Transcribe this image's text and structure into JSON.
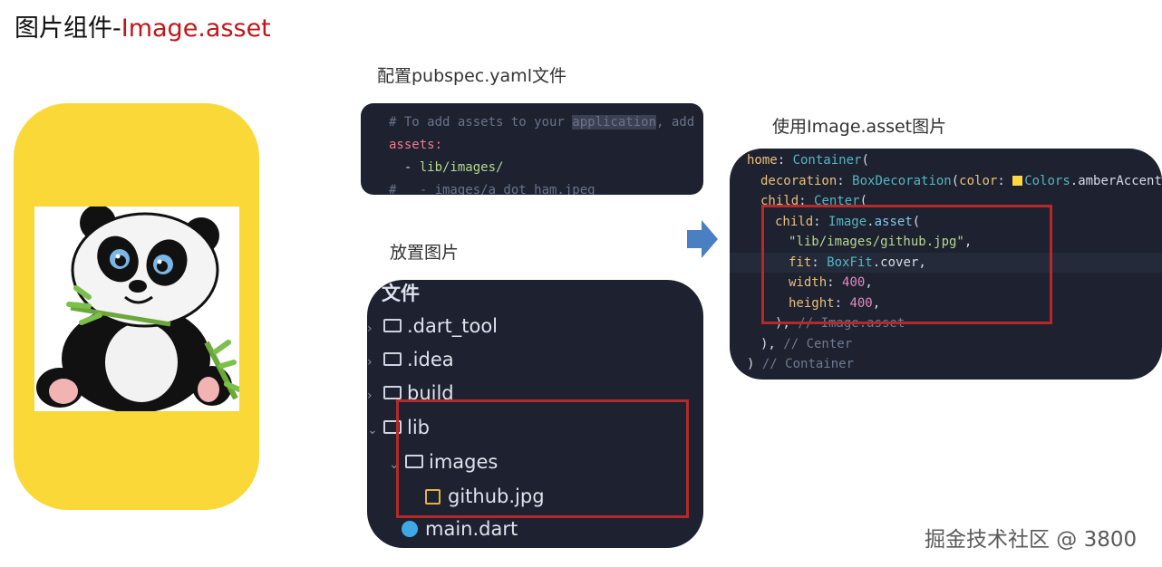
{
  "title": {
    "prefix": "图片组件-",
    "accent": "Image.asset"
  },
  "captions": {
    "pubspec": "配置pubspec.yaml文件",
    "place": "放置图片",
    "use": "使用Image.asset图片"
  },
  "pubspec": {
    "line1_a": "# To add assets to your ",
    "line1_sel": "application",
    "line1_b": ", add",
    "line2": "assets:",
    "line3_dash": "  - ",
    "line3_val": "lib/images/",
    "line4": "#   - images/a_dot_ham.jpeg"
  },
  "file_tree": {
    "header": "文件",
    "items": [
      {
        "label": ".dart_tool",
        "chevron": "›"
      },
      {
        "label": ".idea",
        "chevron": "›"
      },
      {
        "label": "build",
        "chevron": "›"
      },
      {
        "label": "lib",
        "chevron": "⌄"
      },
      {
        "label": "images",
        "chevron": "⌄"
      },
      {
        "label": "github.jpg",
        "chevron": ""
      },
      {
        "label": "main.dart",
        "chevron": ""
      }
    ]
  },
  "code": {
    "l1": [
      "home",
      ": ",
      "Container",
      "("
    ],
    "l2": [
      "decoration",
      ": ",
      "BoxDecoration",
      "(",
      "color",
      ": ",
      "Colors",
      ".amberAccent",
      "),"
    ],
    "l3": [
      "child",
      ": ",
      "Center",
      "("
    ],
    "l4": [
      "child",
      ": ",
      "Image",
      ".",
      "asset",
      "("
    ],
    "l5": [
      "\"lib/images/github.jpg\"",
      ","
    ],
    "l6": [
      "fit",
      ": ",
      "BoxFit",
      ".cover",
      ","
    ],
    "l7": [
      "width",
      ": ",
      "400",
      ","
    ],
    "l8": [
      "height",
      ": ",
      "400",
      ","
    ],
    "l9": [
      "),",
      " // Image.asset"
    ],
    "l10": [
      "),",
      " // Center"
    ],
    "l11": [
      ")",
      " // Container"
    ]
  },
  "watermark": "掘金技术社区 @ 3800",
  "colors": {
    "phone_bg": "#f9d838",
    "accent_red": "#c0161a",
    "panel_bg": "#1d2130",
    "highlight_box": "#b42a2a",
    "arrow": "#4a7fc1"
  },
  "icons": [
    "panda-image",
    "folder-icon",
    "image-file-icon",
    "dart-file-icon",
    "right-arrow-icon"
  ]
}
